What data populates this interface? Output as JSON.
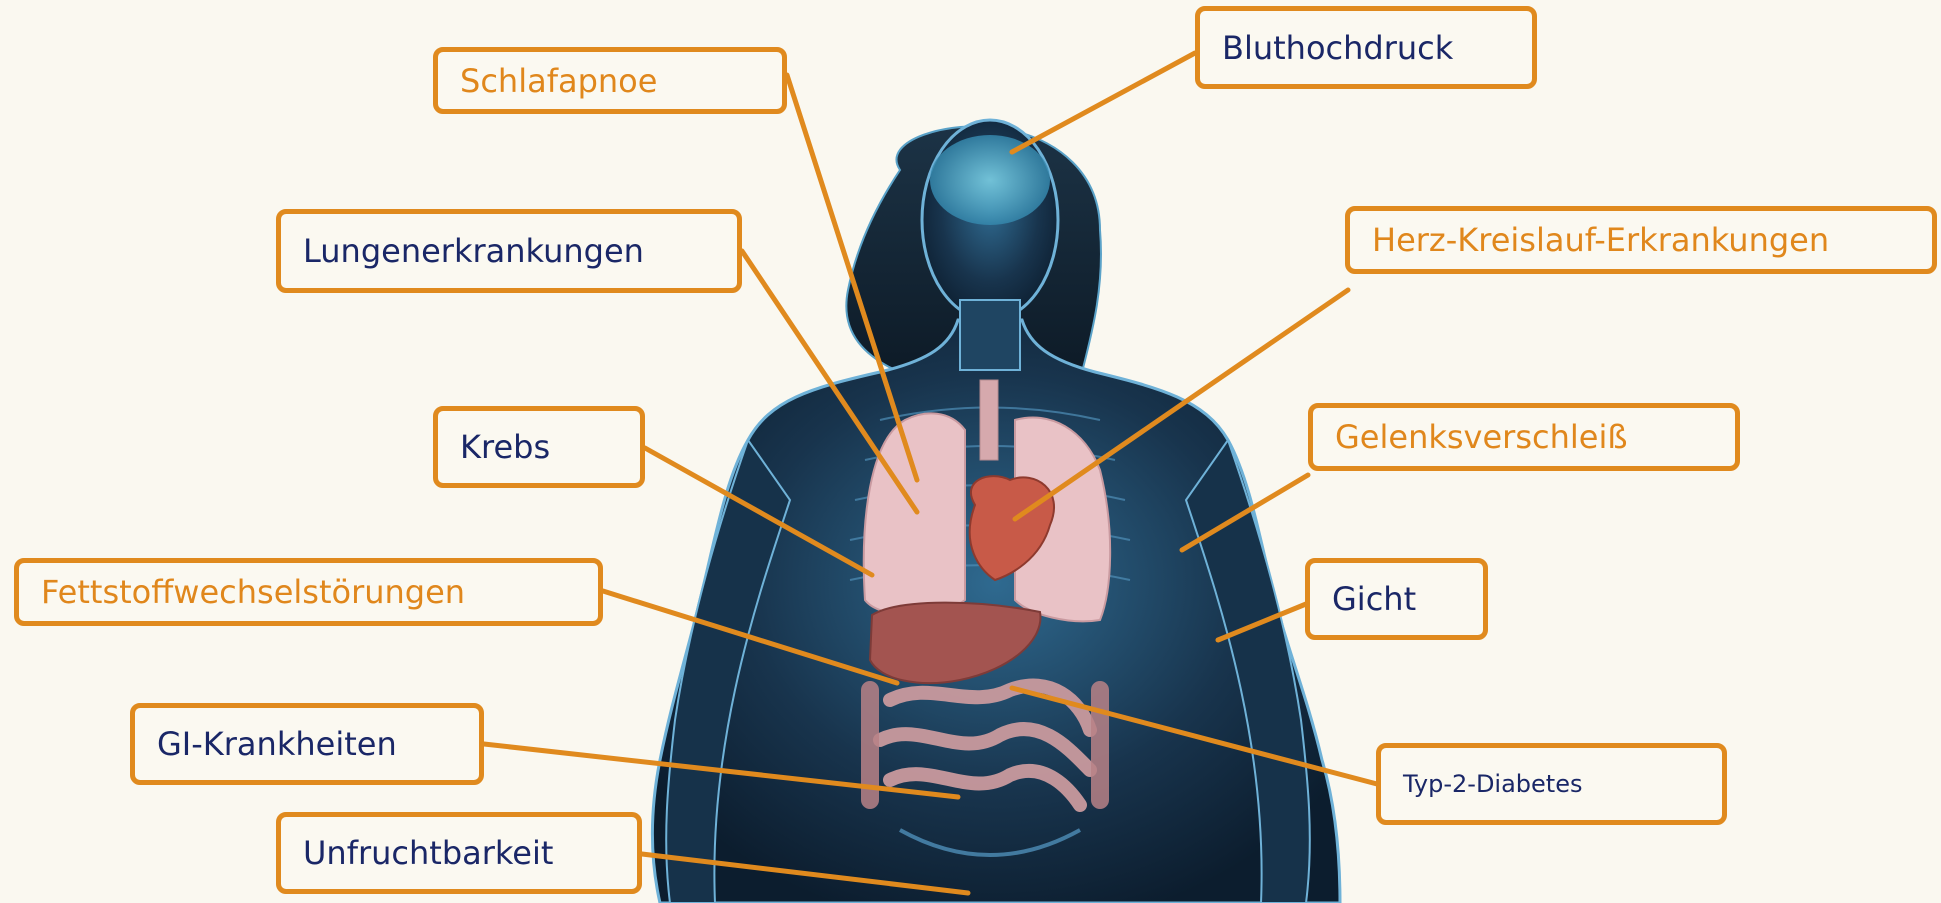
{
  "colors": {
    "background": "#faf8f0",
    "box_border": "#e08a1e",
    "leader_line": "#e08a1e",
    "text_navy": "#1a2767",
    "text_orange": "#e0871c",
    "body_silhouette": "#1b3a55",
    "body_glow": "#6fb2d8",
    "organ_lung": "#e9c2c6",
    "organ_heart": "#c85a48",
    "organ_liver": "#a35450",
    "organ_intestine": "#c99a9e"
  },
  "figure": {
    "description_icon": "human-body-anatomy-icon"
  },
  "labels": {
    "bluthochdruck": "Bluthochdruck",
    "schlafapnoe": "Schlafapnoe",
    "lungenerkrankungen": "Lungenerkrankungen",
    "herz_kreislauf": "Herz-Kreislauf-Erkrankungen",
    "krebs": "Krebs",
    "gelenksverschleiss": "Gelenksverschleiß",
    "fettstoffwechsel": "Fettstoffwechselstörungen",
    "gicht": "Gicht",
    "gi_krankheiten": "GI-Krankheiten",
    "typ2_diabetes": "Typ-2-Diabetes",
    "unfruchtbarkeit": "Unfruchtbarkeit"
  }
}
